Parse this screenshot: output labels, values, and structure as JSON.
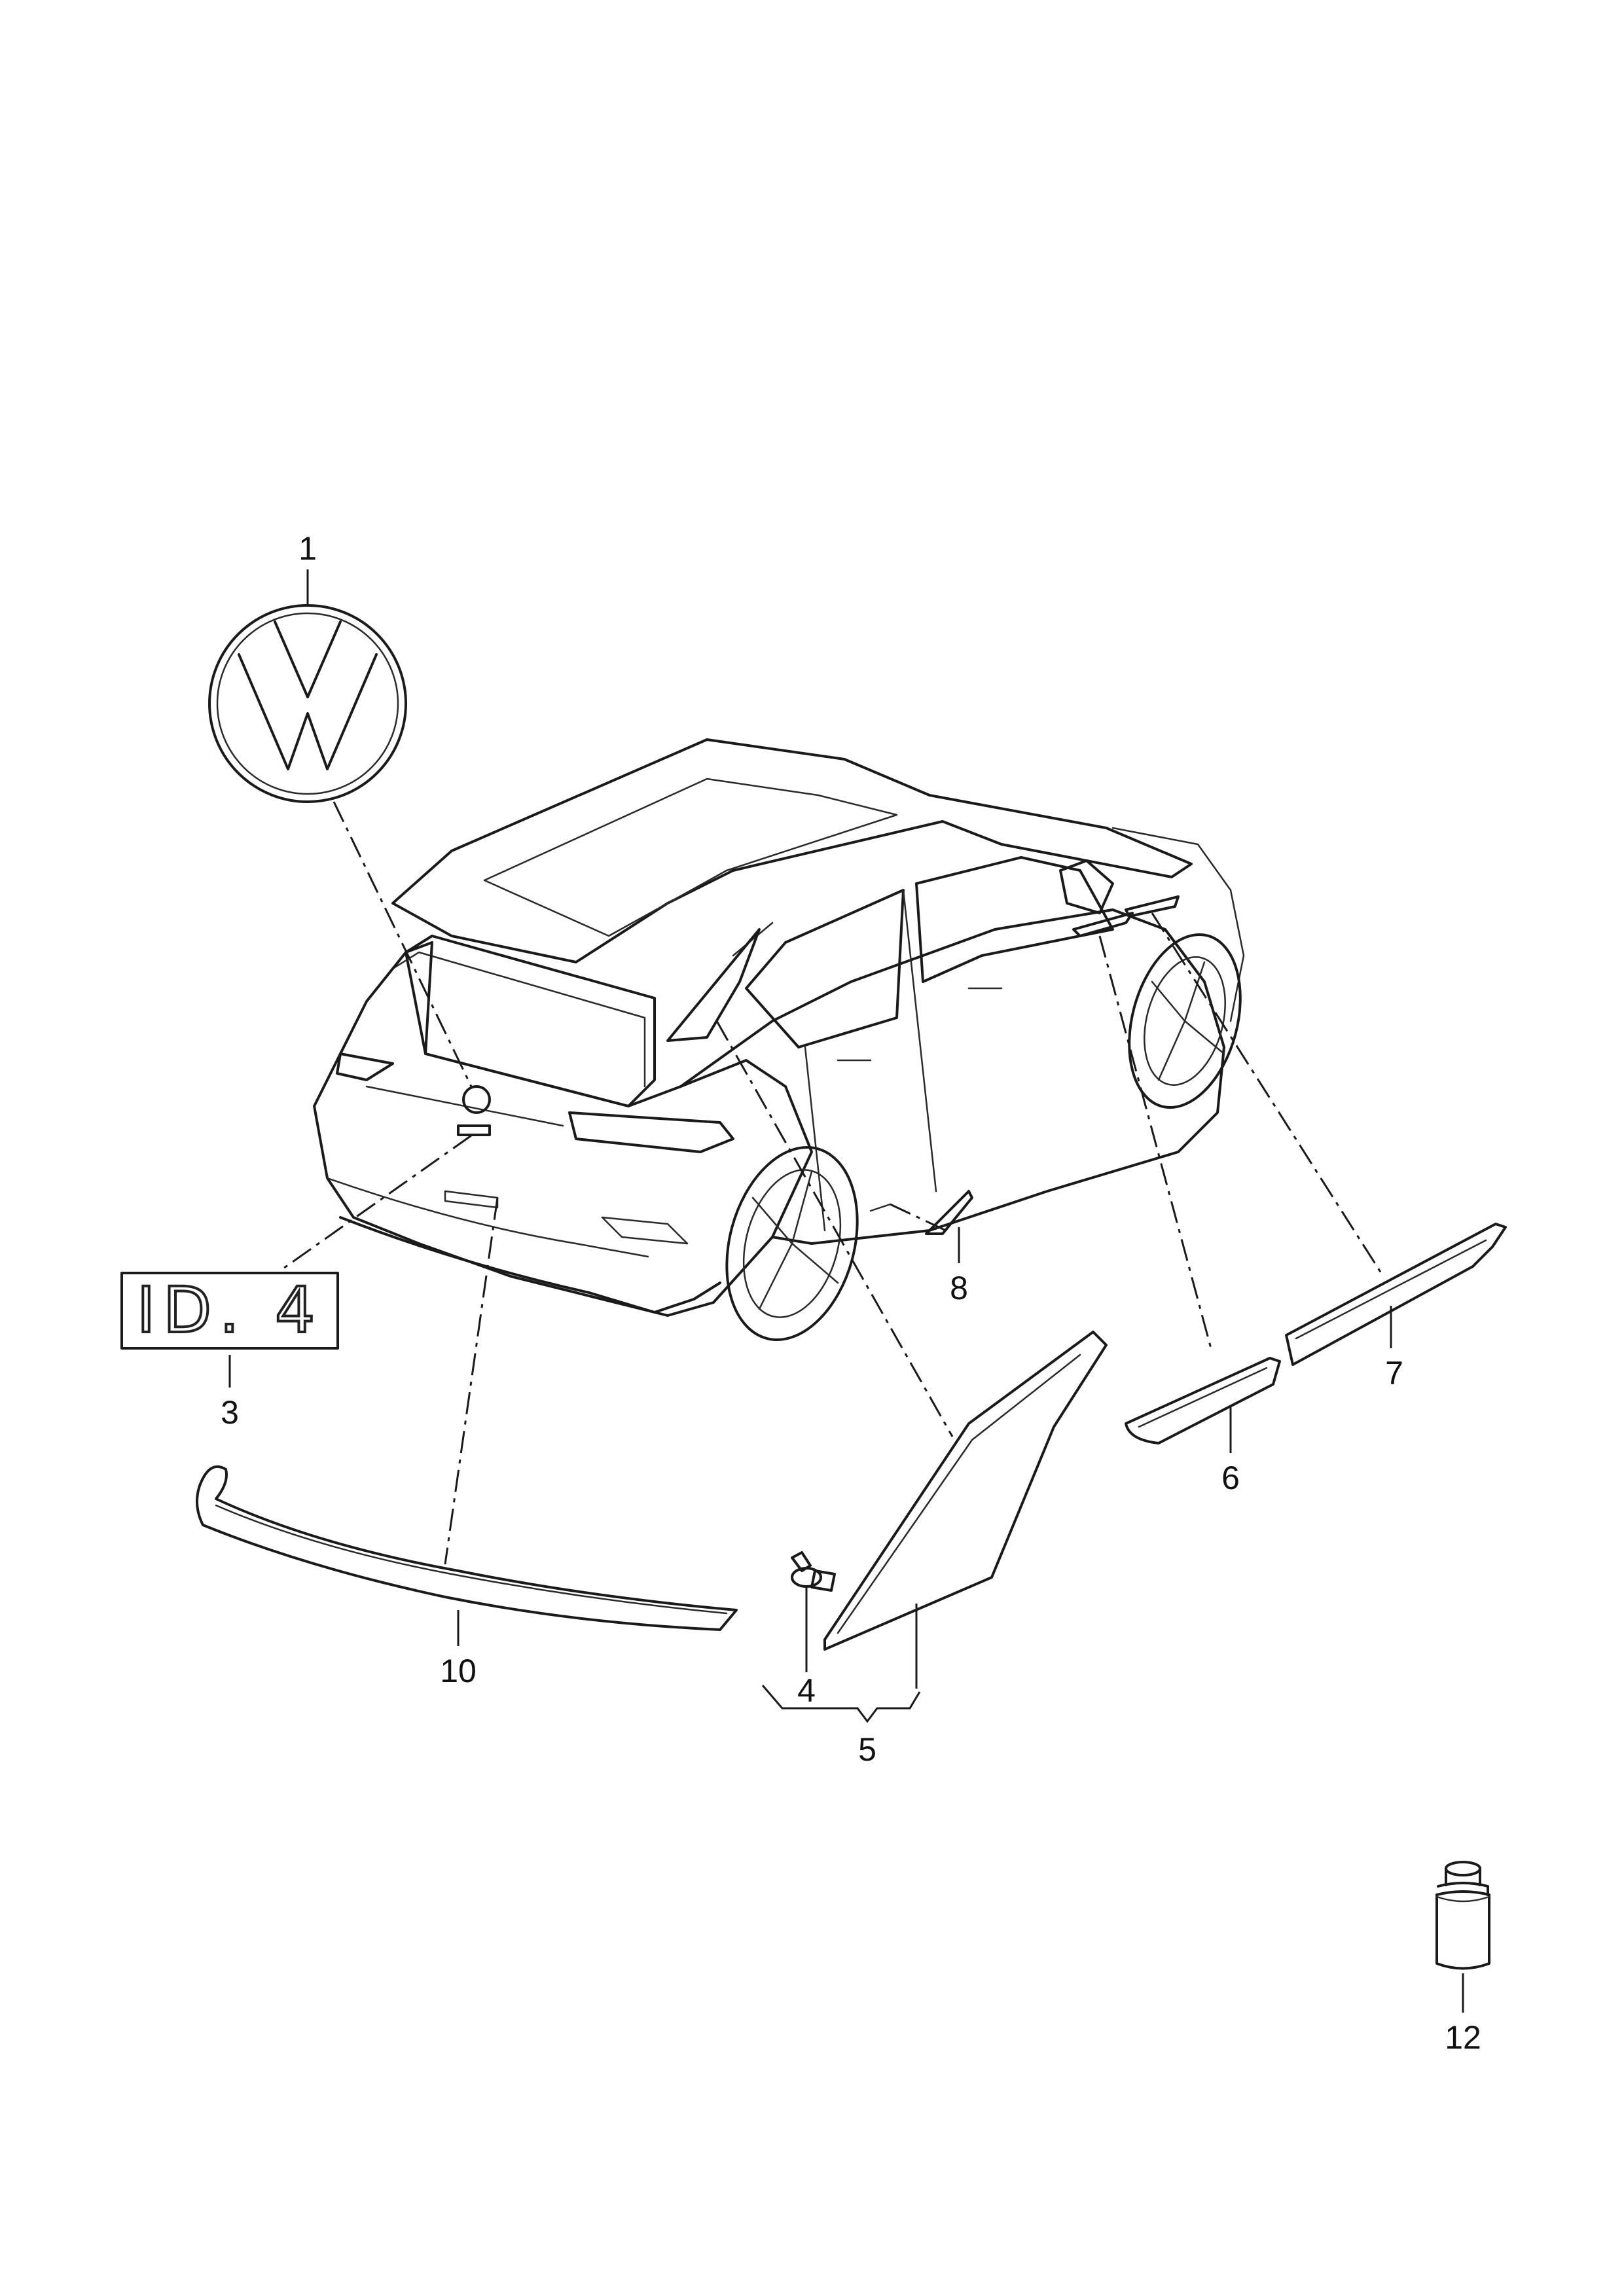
{
  "diagram": {
    "badge": {
      "text": "ID. 4"
    },
    "callouts": [
      {
        "id": "1",
        "label": "1"
      },
      {
        "id": "3",
        "label": "3"
      },
      {
        "id": "4",
        "label": "4"
      },
      {
        "id": "5",
        "label": "5"
      },
      {
        "id": "6",
        "label": "6"
      },
      {
        "id": "7",
        "label": "7"
      },
      {
        "id": "8",
        "label": "8"
      },
      {
        "id": "10",
        "label": "10"
      },
      {
        "id": "12",
        "label": "12"
      }
    ],
    "colors": {
      "line": "#1a1a1a",
      "background": "#ffffff"
    }
  }
}
